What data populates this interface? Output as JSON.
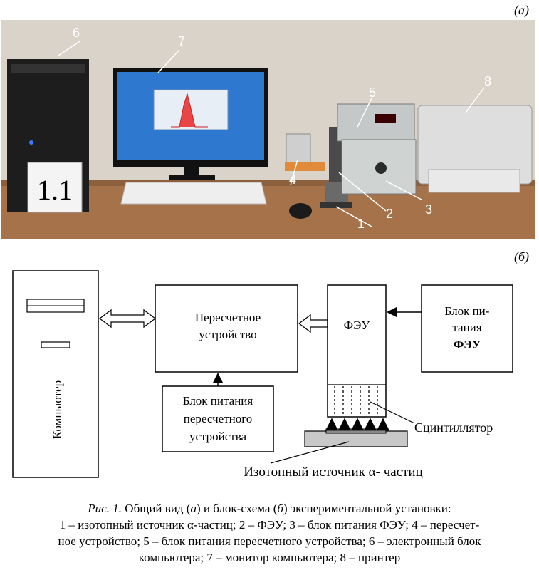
{
  "photo": {
    "panel_label": "(а)",
    "callouts": [
      "1",
      "2",
      "3",
      "4",
      "5",
      "6",
      "7",
      "8"
    ],
    "sign_text": "1.1"
  },
  "diagram": {
    "panel_label": "(б)",
    "computer_label": "Компьютер",
    "counter_label": "Пересчетное устройство",
    "counter_line1": "Пересчетное",
    "counter_line2": "устройство",
    "pmt_label": "ФЭУ",
    "pmt_psu_line1": "Блок пи-",
    "pmt_psu_line2": "тания",
    "pmt_psu_line3": "ФЭУ",
    "counter_psu_line1": "Блок питания",
    "counter_psu_line2": "пересчетного",
    "counter_psu_line3": "устройства",
    "scintillator_label": "Сцинтиллятор",
    "source_label": "Изотопный источник α- частиц"
  },
  "caption": {
    "fig_prefix": "Рис. 1.",
    "line1_a": " Общий вид (",
    "a": "а",
    "line1_b": ") и блок-схема (",
    "b": "б",
    "line1_c": ") экспериментальной установки:",
    "line2": "1 – изотопный источник α-частиц; 2 – ФЭУ; 3 – блок питания ФЭУ; 4 – пересчет-",
    "line3": "ное устройство; 5 – блок питания пересчетного устройства; 6 – электронный блок",
    "line4": "компьютера; 7 – монитор компьютера; 8 – принтер"
  },
  "colors": {
    "wall": "#d8d2c8",
    "desk": "#b07a4e",
    "screen": "#2b6fc9",
    "case": "#1e1e1e",
    "printer": "#dcdcdc",
    "gray_plate": "#c8c8c8"
  }
}
